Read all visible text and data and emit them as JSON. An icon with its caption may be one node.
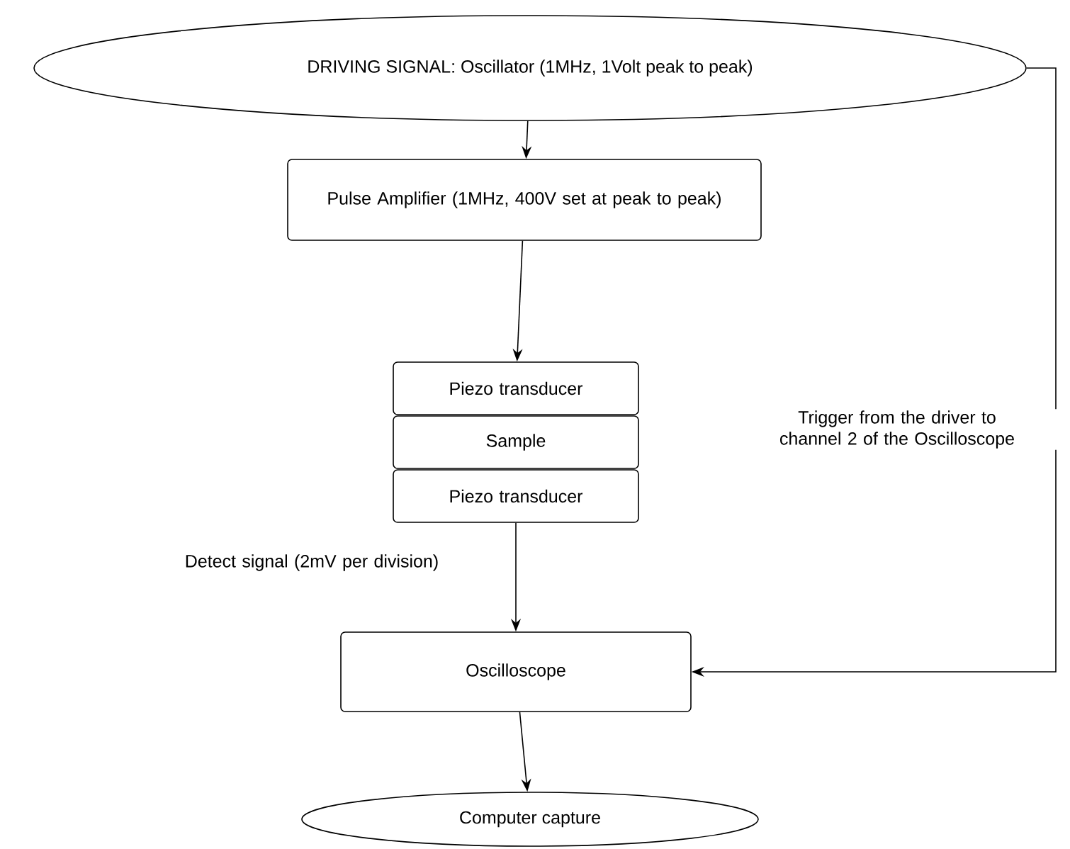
{
  "diagram": {
    "nodes": [
      {
        "text": [
          "DRIVING SIGNAL: Oscillator (1MHz, 1Volt peak to peak)"
        ]
      },
      {
        "text": [
          "Pulse Amplifier (1MHz, 400V set at peak to peak)"
        ]
      },
      {
        "text": [
          "Piezo transducer"
        ]
      },
      {
        "text": [
          "Sample"
        ]
      },
      {
        "text": [
          "Piezo transducer"
        ]
      },
      {
        "text": [
          "Oscilloscope"
        ]
      },
      {
        "text": [
          "Computer capture"
        ]
      }
    ],
    "edges": [
      {
        "from": 0,
        "to": 1,
        "arrow": "to"
      },
      {
        "from": 1,
        "to": 2,
        "arrow": "to"
      },
      {
        "from": 4,
        "to": 5,
        "arrow": "to",
        "label": "Detect signal (2mV per division)"
      },
      {
        "from": 5,
        "to": 6,
        "arrow": "to"
      },
      {
        "from": 0,
        "to": 5,
        "arrow": "to",
        "label": "Trigger from the driver to channel 2 of the Oscilloscope"
      }
    ]
  }
}
